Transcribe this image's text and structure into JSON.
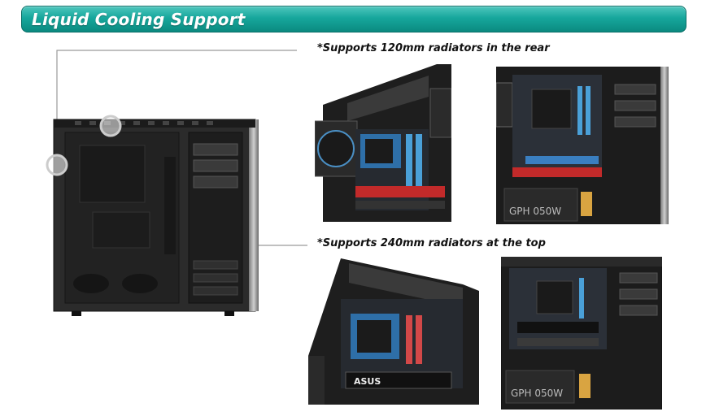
{
  "banner": {
    "title": "Liquid Cooling Support",
    "color": "#16a79c"
  },
  "captions": {
    "rear": "*Supports 120mm radiators in the rear",
    "top": "*Supports 240mm radiators at the top"
  },
  "photos": {
    "main_case": "pc-case-side-view-photo",
    "rear_angle": "rear-radiator-angle-photo",
    "rear_front": "rear-radiator-front-photo",
    "top_angle": "top-radiator-angle-photo",
    "top_front": "top-radiator-front-photo"
  },
  "brand_labels": {
    "psu_label": "GPH 050W",
    "motherboard_label": "ASUS"
  }
}
